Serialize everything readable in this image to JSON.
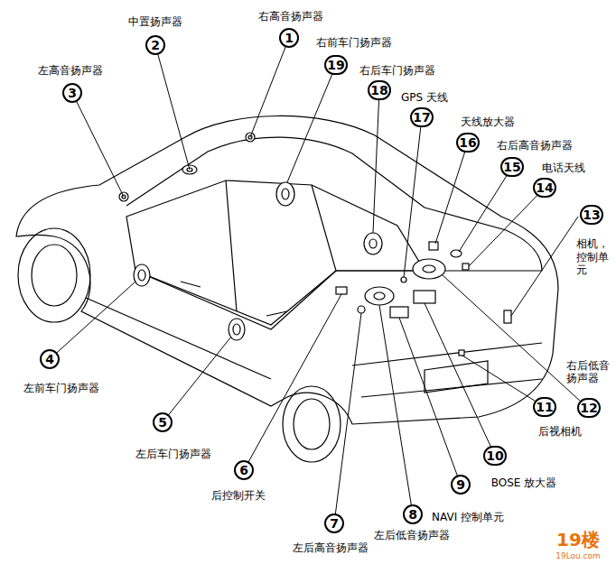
{
  "diagram": {
    "nodes": [
      {
        "text": [
          "1"
        ]
      },
      {
        "text": [
          "2"
        ]
      },
      {
        "text": [
          "3"
        ]
      },
      {
        "text": [
          "4"
        ]
      },
      {
        "text": [
          "5"
        ]
      },
      {
        "text": [
          "6"
        ]
      },
      {
        "text": [
          "7"
        ]
      },
      {
        "text": [
          "8"
        ]
      },
      {
        "text": [
          "9"
        ]
      },
      {
        "text": [
          "10"
        ]
      },
      {
        "text": [
          "11"
        ]
      },
      {
        "text": [
          "12"
        ]
      },
      {
        "text": [
          "13"
        ]
      },
      {
        "text": [
          "14"
        ]
      },
      {
        "text": [
          "15"
        ]
      },
      {
        "text": [
          "16"
        ]
      },
      {
        "text": [
          "17"
        ]
      },
      {
        "text": [
          "18"
        ]
      },
      {
        "text": [
          "19"
        ]
      }
    ],
    "labels": [
      "右高音扬声器",
      "中置扬声器",
      "左高音扬声器",
      "左前车门扬声器",
      "左后车门扬声器",
      "后控制开关",
      "左后高音扬声器",
      "左后低音扬声器",
      "NAVI 控制单元",
      "BOSE 放大器",
      "后视相机",
      "右后低音扬声器",
      "相机，控制单元",
      "电话天线",
      "右后高音扬声器",
      "天线放大器",
      "GPS 天线",
      "右后车门扬声器",
      "右前车门扬声器",
      "19楼",
      "19Lou.com"
    ]
  }
}
